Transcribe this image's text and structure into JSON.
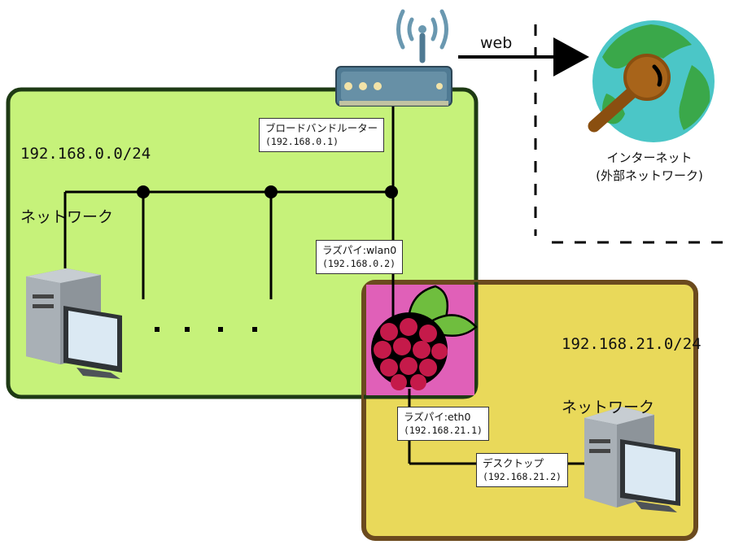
{
  "networks": {
    "lan": {
      "address": "192.168.0.0/24",
      "name": "ネットワーク"
    },
    "sub": {
      "address": "192.168.21.0/24",
      "name": "ネットワーク"
    }
  },
  "nodes": {
    "router": {
      "name": "ブロードバンドルーター",
      "ip": "(192.168.0.1)"
    },
    "wlan": {
      "name": "ラズパイ:wlan0",
      "ip": "(192.168.0.2)"
    },
    "eth": {
      "name": "ラズパイ:eth0",
      "ip": "(192.168.21.1)"
    },
    "desktop": {
      "name": "デスクトップ",
      "ip": "(192.168.21.2)"
    }
  },
  "internet": {
    "name": "インターネット",
    "sub": "(外部ネットワーク)"
  },
  "web_label": "web",
  "colors": {
    "lan_fill": "#c6f27a",
    "lan_border": "#1e3a14",
    "sub_fill": "#e9d95a",
    "sub_border": "#6b4a1e",
    "pi_bg": "#e060b8",
    "router": "#4f7a93"
  },
  "icons": [
    "wifi-icon",
    "router-icon",
    "globe-icon",
    "magnifier-icon",
    "raspberry-pi-icon",
    "computer-icon"
  ]
}
